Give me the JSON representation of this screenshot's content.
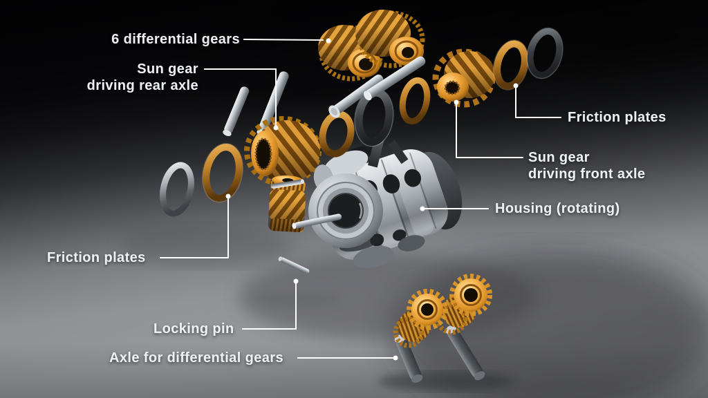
{
  "labels": {
    "six_differential_gears": {
      "text": "6 differential gears"
    },
    "sun_gear_rear": {
      "line1": "Sun gear",
      "line2": "driving rear axle"
    },
    "friction_plates_right": {
      "text": "Friction plates"
    },
    "sun_gear_front": {
      "line1": "Sun gear",
      "line2": "driving front axle"
    },
    "housing": {
      "text": "Housing (rotating)"
    },
    "friction_plates_left": {
      "text": "Friction plates"
    },
    "locking_pin": {
      "text": "Locking pin"
    },
    "axle_for_differential_gears": {
      "text": "Axle for differential gears"
    }
  },
  "colors": {
    "background_top": "#030304",
    "floor_gray": "#8b8c90",
    "gear_gold": "#e09a35",
    "gear_gold_dark": "#8a5713",
    "friction_plate_bronze": "#bf8030",
    "steel_light": "#ccd1d5",
    "steel_dark": "#4e5357",
    "label_text": "#eef0f1",
    "leader_line": "#ffffff"
  }
}
